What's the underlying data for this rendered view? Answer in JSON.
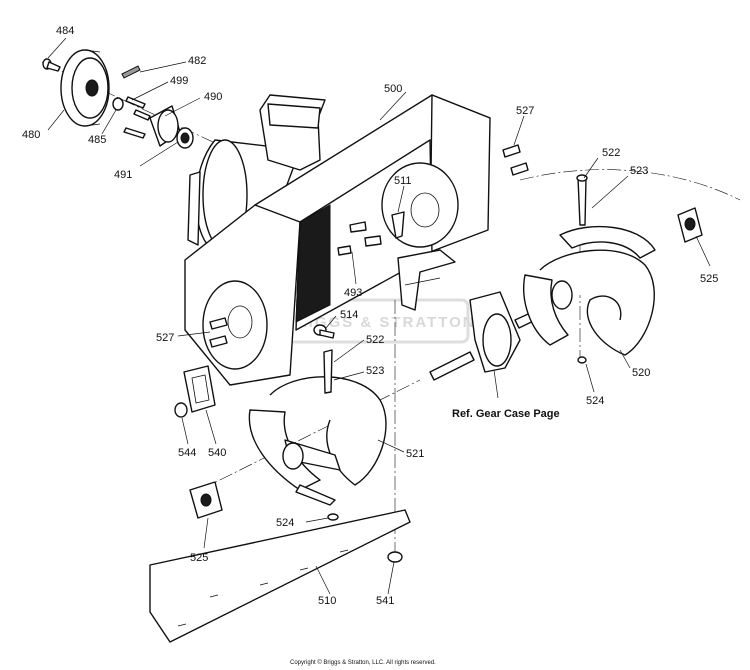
{
  "labels": {
    "l484": "484",
    "l482": "482",
    "l499": "499",
    "l490": "490",
    "l480": "480",
    "l485": "485",
    "l491": "491",
    "l500": "500",
    "l527a": "527",
    "l511": "511",
    "l522a": "522",
    "l523a": "523",
    "l525a": "525",
    "l493": "493",
    "l527b": "527",
    "l514": "514",
    "l522b": "522",
    "l523b": "523",
    "l520": "520",
    "l524a": "524",
    "l544": "544",
    "l540": "540",
    "l521": "521",
    "l525b": "525",
    "l524b": "524",
    "l510": "510",
    "l541": "541"
  },
  "ref_note": "Ref. Gear Case Page",
  "watermark": "BRIGGS & STRATTON",
  "copyright": "Copyright © Briggs & Stratton, LLC. All rights reserved."
}
